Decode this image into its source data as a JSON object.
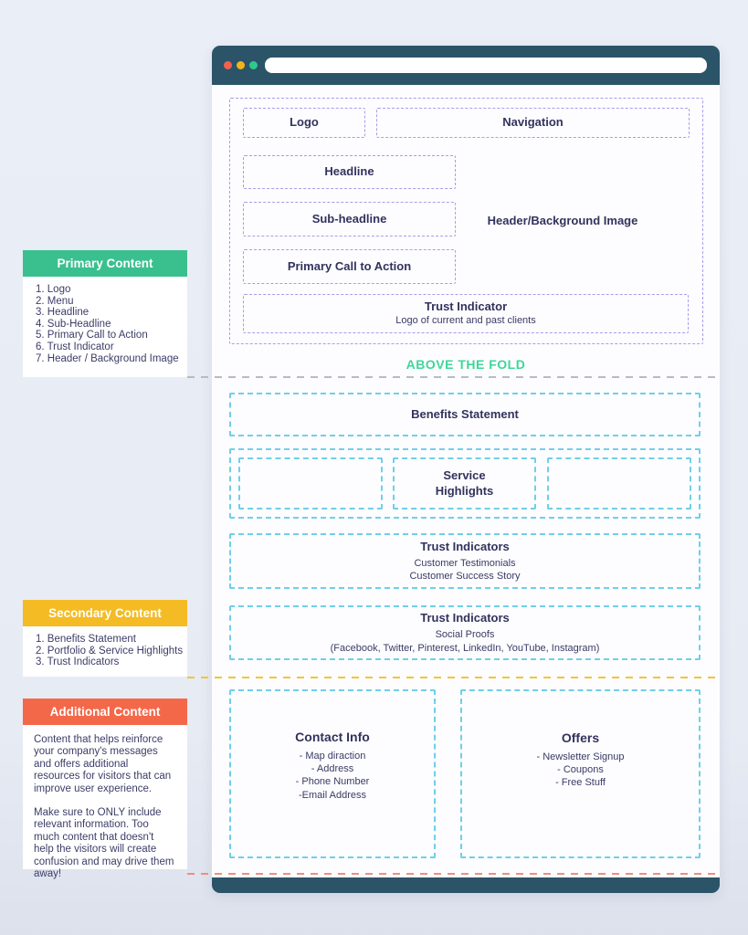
{
  "colors": {
    "background": "#e9edf5",
    "browser_chrome": "#2b5468",
    "dot_red": "#f4604f",
    "dot_yellow": "#f2b418",
    "dot_green": "#2fc98f",
    "purple_dash": "#a99ce9",
    "cyan_dash": "#70cfe8",
    "navy_text": "#32325e",
    "fold_green": "#3ed69a",
    "primary_header_green": "#3ac08e",
    "secondary_header_yellow": "#f4bb24",
    "additional_header_orange": "#f4684a",
    "gray_divider": "#b6bcc6",
    "yellow_divider": "#f5c431",
    "coral_divider": "#ef8e7d"
  },
  "browser": {
    "url_value": "",
    "url_placeholder": ""
  },
  "wireframe": {
    "logo": "Logo",
    "navigation": "Navigation",
    "headline": "Headline",
    "subheadline": "Sub-headline",
    "primary_cta": "Primary Call to Action",
    "header_image": "Header/Background Image",
    "trust_header": {
      "title": "Trust Indicator",
      "line1": "Logo of current and past clients"
    },
    "fold_label": "ABOVE THE FOLD",
    "benefits": "Benefits Statement",
    "service_highlights": "Service Highlights",
    "trust_mid": {
      "title": "Trust Indicators",
      "line1": "Customer Testimonials",
      "line2": "Customer Success Story"
    },
    "trust_social": {
      "title": "Trust Indicators",
      "line1": "Social Proofs",
      "line2": "(Facebook,  Twitter, Pinterest, LinkedIn, YouTube, Instagram)"
    },
    "contact": {
      "title": "Contact Info",
      "items": [
        "- Map diraction",
        "- Address",
        "- Phone Number",
        "-Email Address"
      ]
    },
    "offers": {
      "title": "Offers",
      "items": [
        "- Newsletter Signup",
        "- Coupons",
        "- Free Stuff"
      ]
    }
  },
  "sidebar": {
    "primary": {
      "title": "Primary Content",
      "items": [
        "1. Logo",
        "2. Menu",
        "3. Headline",
        "4. Sub-Headline",
        "5. Primary Call to Action",
        "6. Trust Indicator",
        "7. Header / Background Image"
      ]
    },
    "secondary": {
      "title": "Secondary Content",
      "items": [
        "1. Benefits Statement",
        "2. Portfolio & Service Highlights",
        "3. Trust Indicators"
      ]
    },
    "additional": {
      "title": "Additional Content",
      "paragraph1": "Content that helps reinforce your company's messages and offers additional resources for visitors that can improve user experience.",
      "paragraph2": "Make sure to ONLY include relevant information. Too much content that doesn't help the visitors will create confusion and may drive them away!"
    }
  }
}
